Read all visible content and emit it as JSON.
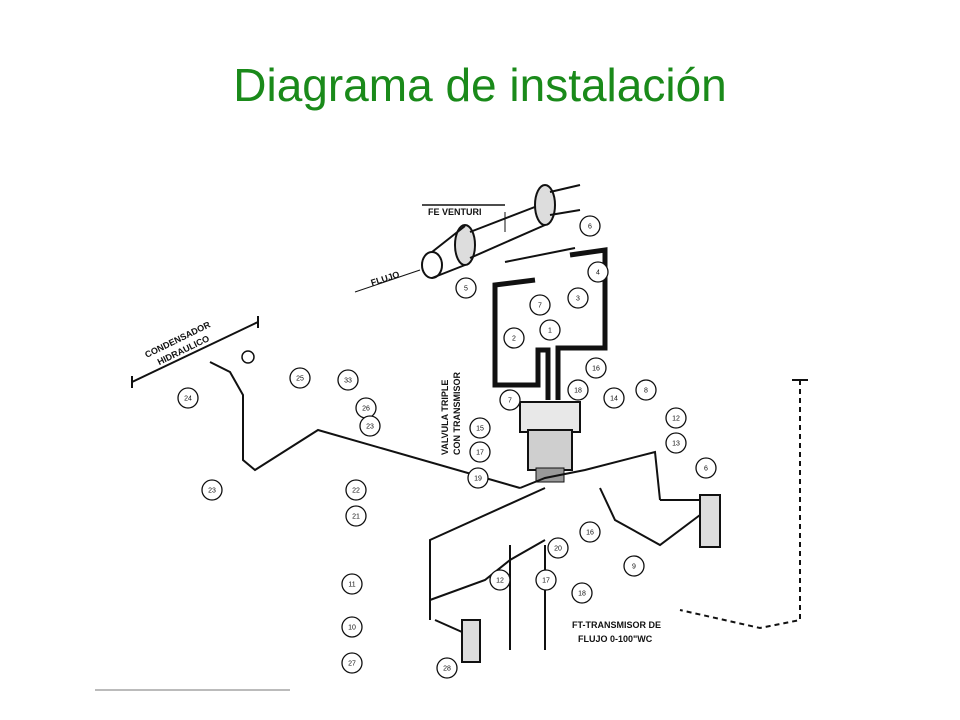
{
  "slide": {
    "title": "Diagrama de instalación"
  },
  "labels": {
    "venturi": "FE VENTURI",
    "flujo": "FLUJO",
    "condensador_1": "CONDENSADOR",
    "condensador_2": "HIDRAULICO",
    "valvula_1": "VALVULA TRIPLE",
    "valvula_2": "CON TRANSMISOR",
    "transmisor_1": "FT-TRANSMISOR DE",
    "transmisor_2": "FLUJO 0-100\"WC"
  },
  "callouts": [
    "6",
    "4",
    "5",
    "3",
    "2",
    "1",
    "7",
    "7",
    "16",
    "18",
    "14",
    "8",
    "12",
    "13",
    "6",
    "17",
    "19",
    "15",
    "20",
    "16",
    "9",
    "18",
    "17",
    "12",
    "11",
    "10",
    "27",
    "28",
    "24",
    "25",
    "33",
    "26",
    "23",
    "23",
    "22",
    "21"
  ]
}
